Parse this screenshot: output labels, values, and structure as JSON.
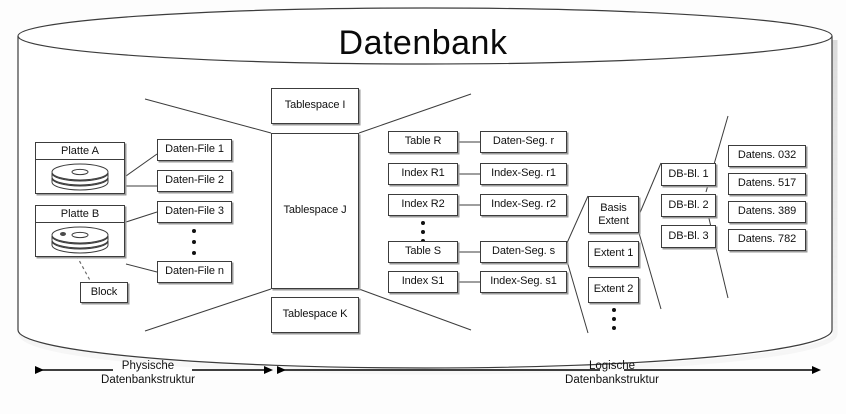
{
  "diagram": {
    "title": "Datenbank",
    "type": "database-architecture-diagram",
    "language": "de"
  },
  "physical": {
    "disks": [
      {
        "label": "Platte A",
        "icon": "disk-platter-icon"
      },
      {
        "label": "Platte B",
        "icon": "disk-platter-icon"
      }
    ],
    "block": {
      "label": "Block"
    },
    "datafiles": [
      {
        "label": "Daten-File 1"
      },
      {
        "label": "Daten-File 2"
      },
      {
        "label": "Daten-File 3"
      },
      {
        "label": "Daten-File n"
      }
    ],
    "datafiles_ellipsis": "vertical-dots"
  },
  "tablespaces": [
    {
      "label": "Tablespace I"
    },
    {
      "label": "Tablespace J"
    },
    {
      "label": "Tablespace K"
    }
  ],
  "objects": [
    {
      "label": "Table R"
    },
    {
      "label": "Index R1"
    },
    {
      "label": "Index R2"
    },
    {
      "label": "Table S"
    },
    {
      "label": "Index S1"
    }
  ],
  "objects_ellipsis": "vertical-dots",
  "segments": [
    {
      "label": "Daten-Seg. r"
    },
    {
      "label": "Index-Seg. r1"
    },
    {
      "label": "Index-Seg. r2"
    },
    {
      "label": "Daten-Seg. s"
    },
    {
      "label": "Index-Seg. s1"
    }
  ],
  "extents": [
    {
      "line1": "Basis",
      "line2": "Extent"
    },
    {
      "label": "Extent 1"
    },
    {
      "label": "Extent 2"
    }
  ],
  "extents_ellipsis": "vertical-dots",
  "blocks": [
    {
      "label": "DB-Bl. 1"
    },
    {
      "label": "DB-Bl. 2"
    },
    {
      "label": "DB-Bl. 3"
    }
  ],
  "records": [
    {
      "label": "Datens. 032"
    },
    {
      "label": "Datens. 517"
    },
    {
      "label": "Datens. 389"
    },
    {
      "label": "Datens. 782"
    }
  ],
  "footer": {
    "physical": {
      "line1": "Physische",
      "line2": "Datenbankstruktur"
    },
    "logical": {
      "line1": "Logische",
      "line2": "Datenbankstruktur"
    }
  },
  "colors": {
    "stroke": "#3c3c3c",
    "shadow": "#9a9a9a",
    "text": "#111111",
    "background": "#ffffff"
  }
}
